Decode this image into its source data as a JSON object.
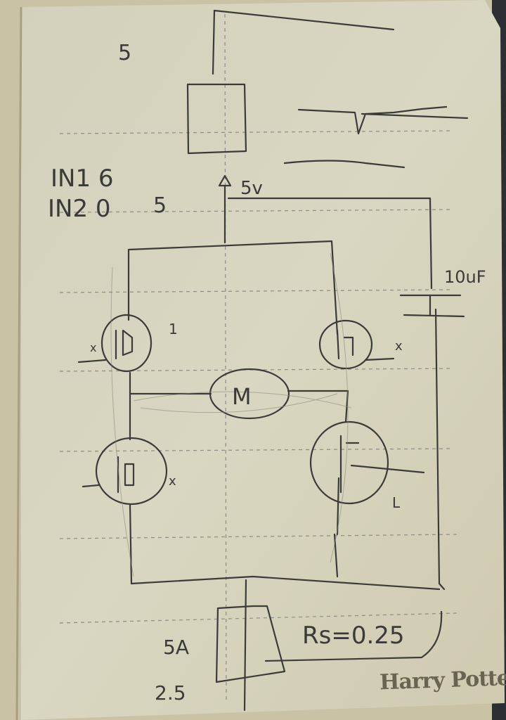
{
  "notes": {
    "top_label": "5",
    "in1": "IN1 6",
    "in2": "IN2 0",
    "in2_extra": "5",
    "supply": "5v",
    "capacitor": "10uF",
    "q1_label": "1",
    "q1_mark": "x",
    "q2_mark": "x",
    "q3_mark": "x",
    "q4_label": "L",
    "motor": "M",
    "current": "5A",
    "power": "2.5",
    "sense_resistor": "Rs=0.25"
  },
  "logo": "Harry Potter",
  "colors": {
    "paper": "#d9d6c0",
    "pencil": "#3b3b39",
    "spine": "#c8bfa0"
  }
}
